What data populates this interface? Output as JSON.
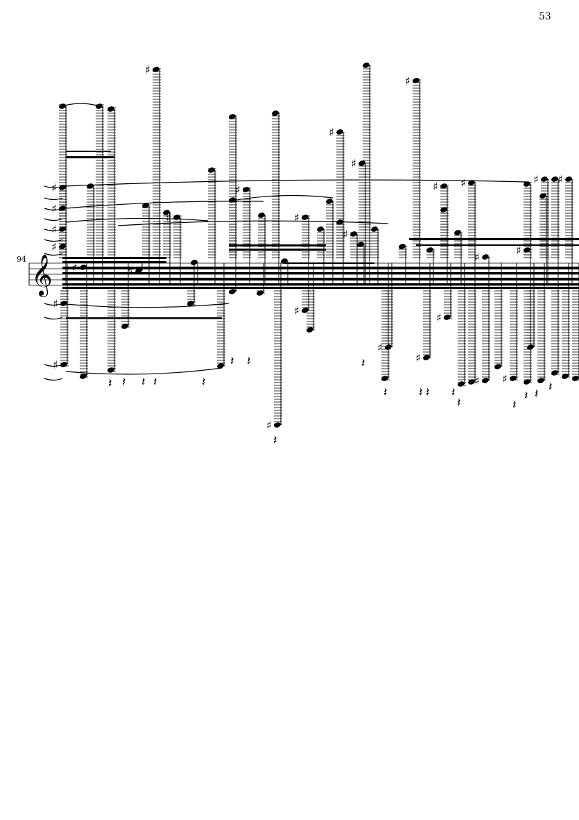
{
  "page": {
    "page_number": "53",
    "measure_number": "94",
    "clef": "treble-clef",
    "ink_color": "#000000"
  }
}
